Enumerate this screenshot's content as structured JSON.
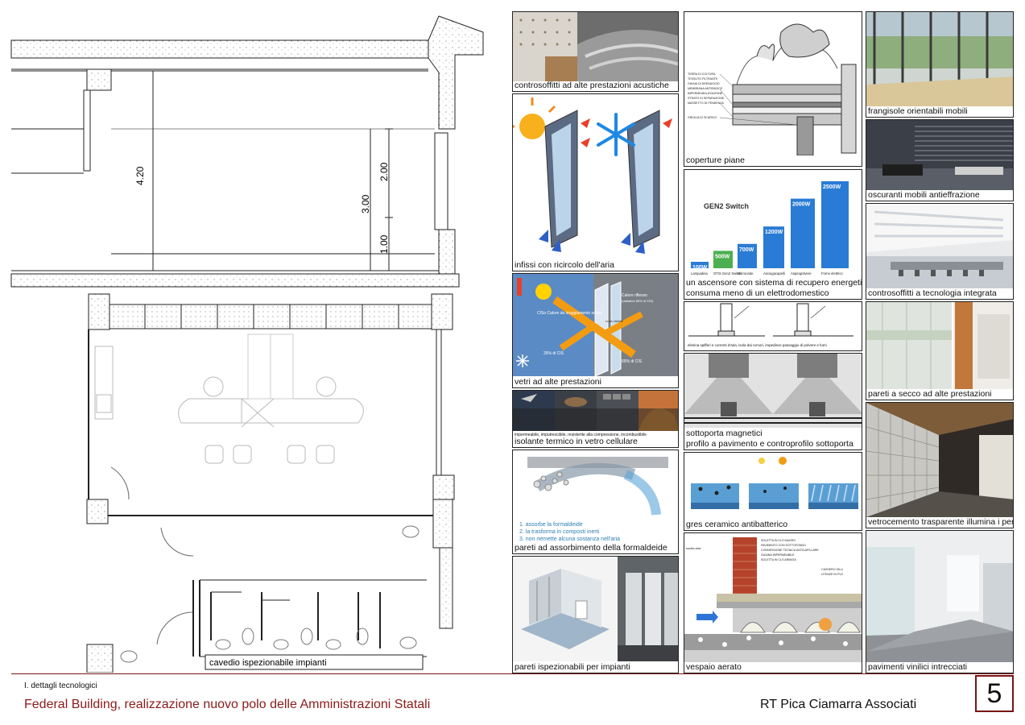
{
  "plan": {
    "dims": {
      "d1": "4.20",
      "d2": "2.00",
      "d3": "3.00",
      "d4": "1.00"
    },
    "shaft_label": "cavedio ispezionabile impianti"
  },
  "col1": [
    {
      "caption": "controsoffitti ad alte prestazioni acustiche"
    },
    {
      "caption": "infissi con ricircolo dell'aria"
    },
    {
      "caption": "vetri ad alte prestazioni",
      "labels": {
        "heat": "Calore riflesso",
        "heat_sub": "(radiation 65% di CIS)",
        "cis": "CISo Calore da irraggiamento solare",
        "pct1": "35% di CIS",
        "pct2": "65% di CIS",
        "light": "Luce visibile"
      }
    },
    {
      "caption": "isolante termico in vetro cellulare",
      "sub": "impermeabile, imputrescibile, resistente alla compressione, incombustibile"
    },
    {
      "caption": "pareti ad assorbimento della formaldeide",
      "points": [
        "1. assorbe la formaldeide",
        "2. la trasforma in composti inerti",
        "3. non riemette alcuna sostanza nell'aria"
      ]
    },
    {
      "caption": "pareti ispezionabili per impianti"
    }
  ],
  "col2": [
    {
      "caption": "coperture piane",
      "layers": [
        "TERRA DI COLTURA",
        "TESSUTO FILTRANTE",
        "GHIAIA DI DRENAGGIO",
        "MEMBRANA ANTIRADICE",
        "IMPERMEABILIZZAZIONE",
        "STRATO DI SEPARAZIONE",
        "MASSETTO DI PENDENZA",
        "GRIGLIA DI SCARICO"
      ]
    },
    {
      "caption_1": "un ascensore con sistema di recupero energetico",
      "caption_2": "consuma meno di un elettrodomestico",
      "logo": "GEN2 Switch",
      "bars": [
        {
          "label": "100W",
          "item": "Lampadina",
          "value": 100
        },
        {
          "label": "500W",
          "item": "OTIS Gen2 Switch",
          "value": 500
        },
        {
          "label": "700W",
          "item": "Microonde",
          "value": 700
        },
        {
          "label": "1200W",
          "item": "Asciugacapelli",
          "value": 1200
        },
        {
          "label": "2000W",
          "item": "Aspirapolvere",
          "value": 2000
        },
        {
          "label": "2500W",
          "item": "Forno elettrico",
          "value": 2500
        }
      ]
    },
    {
      "caption": "elimina spifferi e correnti d'aria, isola dai rumori, impedisce passaggio di polvere e fumi"
    },
    {
      "caption_1": "sottoporta magnetici",
      "caption_2": "profilo a pavimento e controprofilo  sottoporta"
    },
    {
      "caption": "gres ceramico antibatterico"
    },
    {
      "caption": "vespaio aerato",
      "layers": [
        "SOLETTA IN CLS MAGRO",
        "PAVIMENTO CON SOTTOFONDO",
        "CONNESSIONE TECNICA ANTICAPILLARE",
        "GUAINA IMPERMEABILE",
        "SOLETTA IN CLS ARMATA",
        "CASSERO IGLU",
        "UTENZE IN PVC"
      ],
      "tag": "uscita aria"
    }
  ],
  "col3": [
    {
      "caption": "frangisole orientabili mobili"
    },
    {
      "caption": "oscuranti mobili antieffrazione"
    },
    {
      "caption": "controsoffitti a tecnologia integrata"
    },
    {
      "caption": "pareti a secco ad alte prestazioni"
    },
    {
      "caption": "vetrocemento trasparente illumina i percorsi"
    },
    {
      "caption": "pavimenti vinilici intrecciati"
    }
  ],
  "footer": {
    "tag": "I.   dettagli tecnologici",
    "title": "Federal Building, realizzazione nuovo polo delle Amministrazioni Statali",
    "author": "RT  Pica Ciamarra Associati",
    "page": "5"
  },
  "colors": {
    "accent": "#8b1a1a",
    "line": "#222222"
  }
}
